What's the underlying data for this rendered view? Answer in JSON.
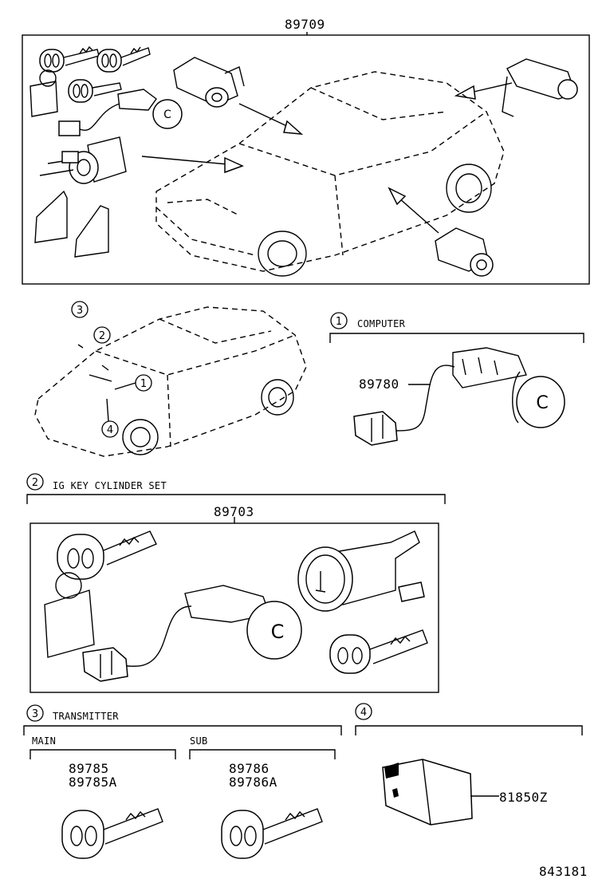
{
  "diagram": {
    "top_part_number": "89709",
    "location_labels": {
      "one": "1",
      "two": "2",
      "three": "3",
      "four": "4"
    },
    "computer": {
      "number": "1",
      "title": "COMPUTER",
      "part_number": "89780"
    },
    "ig_key": {
      "number": "2",
      "title": "IG KEY CYLINDER SET",
      "part_number": "89703"
    },
    "transmitter": {
      "number": "3",
      "title": "TRANSMITTER",
      "main_label": "MAIN",
      "main_part_a": "89785",
      "main_part_b": "89785A",
      "sub_label": "SUB",
      "sub_part_a": "89786",
      "sub_part_b": "89786A"
    },
    "item4": {
      "number": "4",
      "part_number": "81850Z"
    },
    "figure_number": "843181"
  }
}
